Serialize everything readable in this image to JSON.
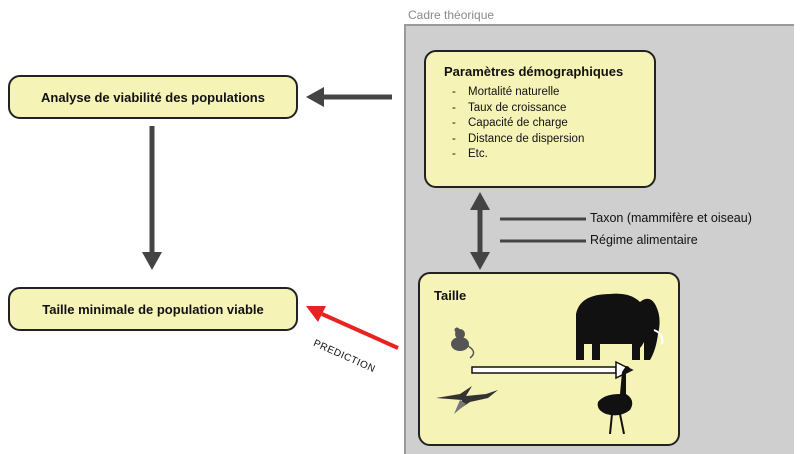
{
  "frame": {
    "label": "Cadre théorique"
  },
  "params_box": {
    "title": "Paramètres démographiques",
    "items": [
      "Mortalité naturelle",
      "Taux de croissance",
      "Capacité de charge",
      "Distance de dispersion",
      "Etc."
    ]
  },
  "taille_box": {
    "title": "Taille"
  },
  "analyse_box": {
    "label": "Analyse de viabilité des populations"
  },
  "min_box": {
    "label": "Taille minimale de population viable"
  },
  "side_labels": {
    "taxon": "Taxon (mammifère et oiseau)",
    "regime": "Régime alimentaire"
  },
  "prediction": {
    "label": "PREDICTION"
  },
  "colors": {
    "box_fill": "#f6f3b6",
    "frame_fill": "#cfcfcf",
    "prediction_arrow": "#e8231f",
    "arrows": "#444444"
  }
}
